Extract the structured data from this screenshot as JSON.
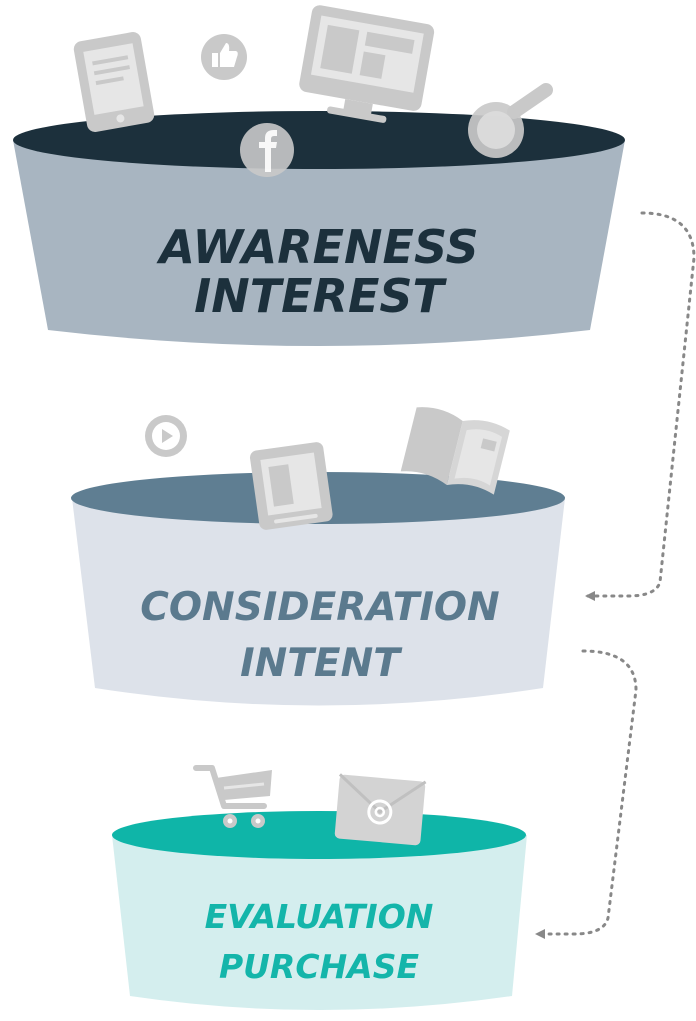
{
  "stages": [
    {
      "line1": "AWARENESS",
      "line2": "INTEREST",
      "colors": {
        "rim": "#1c303c",
        "body": "#a8b5c1",
        "text": "#1c303c"
      },
      "icons": [
        "tablet-icon",
        "thumbs-up-icon",
        "monitor-icon",
        "facebook-icon",
        "magnifier-icon"
      ]
    },
    {
      "line1": "CONSIDERATION",
      "line2": "INTENT",
      "colors": {
        "rim": "#5f7e92",
        "body": "#dde2ea",
        "text": "#5b7a8e"
      },
      "icons": [
        "play-icon",
        "tablet-icon",
        "book-icon"
      ]
    },
    {
      "line1": "EVALUATION",
      "line2": "PURCHASE",
      "colors": {
        "rim": "#0fb5a8",
        "body": "#d4eeee",
        "text": "#14b5aa"
      },
      "icons": [
        "cart-icon",
        "email-icon"
      ]
    }
  ],
  "connector_color": "#888888",
  "icon_color": "#c9c9c9"
}
